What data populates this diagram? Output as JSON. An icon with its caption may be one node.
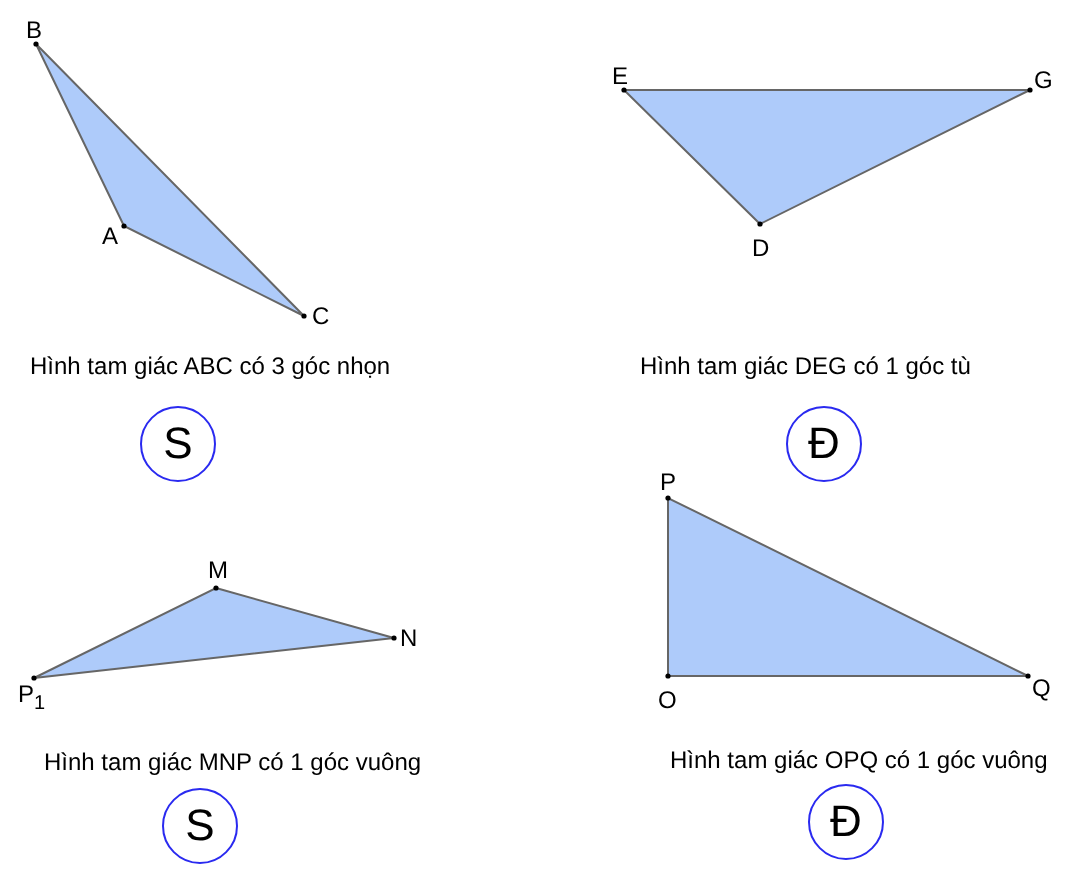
{
  "diagram": {
    "nodes": [
      {
        "text": [
          "S"
        ]
      },
      {
        "text": [
          "Đ"
        ]
      },
      {
        "text": [
          "S"
        ]
      },
      {
        "text": [
          "Đ"
        ]
      }
    ],
    "labels": [
      "B",
      "A",
      "C",
      "Hình tam giác ABC có 3 góc nhọn",
      "E",
      "G",
      "D",
      "Hình tam giác DEG có 1 góc tù",
      "M",
      "N",
      "P$_{1}$",
      "Hình tam giác MNP có 1 góc vuông",
      "P",
      "O",
      "Q",
      "Hình tam giác OPQ có 1 góc vuông"
    ]
  }
}
